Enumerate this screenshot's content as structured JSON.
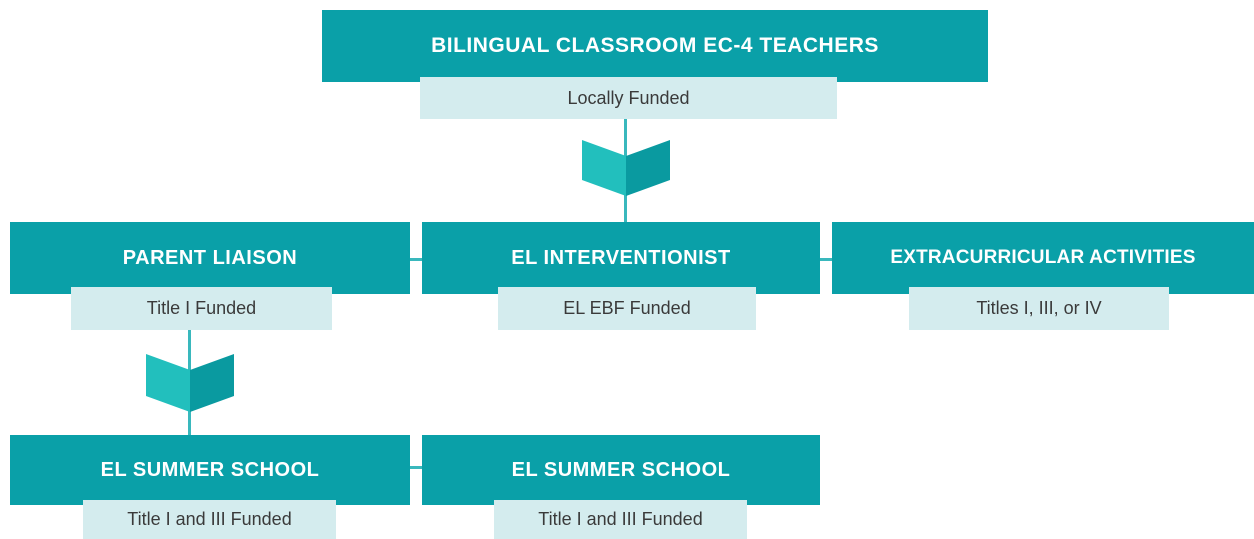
{
  "colors": {
    "header_bg": "#0aa0a8",
    "sub_bg": "#d4ecee",
    "connector": "#39b8bd",
    "arrow_light": "#22bfbd",
    "arrow_dark": "#0a9aa0"
  },
  "diagram": {
    "top": {
      "title": "BILINGUAL CLASSROOM  EC-4 TEACHERS",
      "funding": "Locally Funded"
    },
    "parent_liaison": {
      "title": "PARENT LIAISON",
      "funding": "Title I Funded"
    },
    "el_interventionist": {
      "title": "EL INTERVENTIONIST",
      "funding": "EL EBF Funded"
    },
    "extracurricular": {
      "title": "EXTRACURRICULAR ACTIVITIES",
      "funding": "Titles I, III, or IV"
    },
    "summer_left": {
      "title": "EL SUMMER SCHOOL",
      "funding": "Title I and III Funded"
    },
    "summer_right": {
      "title": "EL SUMMER SCHOOL",
      "funding": "Title I and III Funded"
    }
  }
}
